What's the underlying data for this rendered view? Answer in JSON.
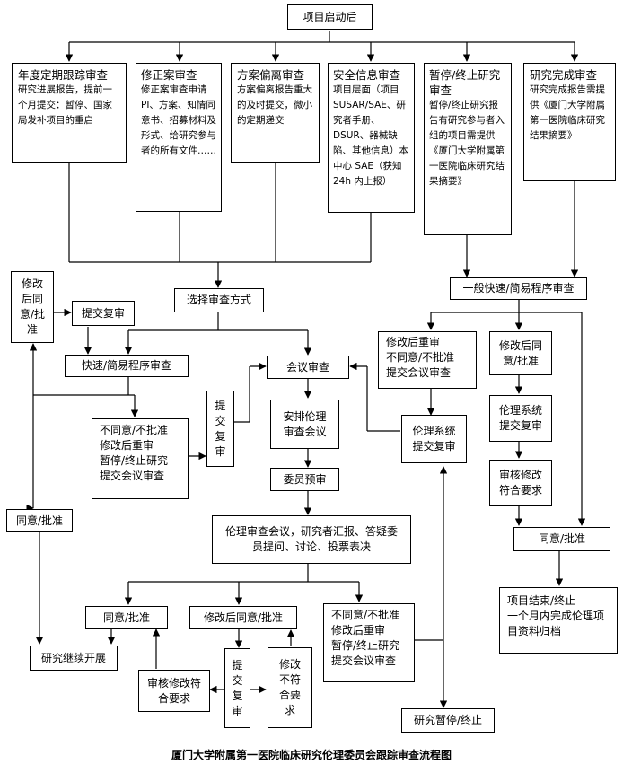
{
  "title": "厦门大学附属第一医院临床研究伦理委员会跟踪审查流程图",
  "top": "项目启动后",
  "types": [
    {
      "head": "年度定期跟踪审查",
      "body": "研究进展报告，提前一个月提交：暂停、国家局发补项目的重启"
    },
    {
      "head": "修正案审查",
      "body": "修正案审查申请PI、方案、知情同意书、招募材料及形式、给研究参与者的所有文件……"
    },
    {
      "head": "方案偏离审查",
      "body": "方案偏离报告重大的及时提交，微小的定期递交"
    },
    {
      "head": "安全信息审查",
      "body": "项目层面（项目SUSAR/SAE、研究者手册、DSUR、器械缺陷、其他信息）本中心 SAE（获知 24h 内上报）"
    },
    {
      "head": "暂停/终止研究审查",
      "body": "暂停/终止研究报告有研究参与者入组的项目需提供《厦门大学附属第一医院临床研究结果摘要》"
    },
    {
      "head": "研究完成审查",
      "body": "研究完成报告需提供《厦门大学附属第一医院临床研究结果摘要》"
    }
  ],
  "left_flow": {
    "select_method": "选择审查方式",
    "fast_review": "快速/简易程序审查",
    "modified_agree": "修改后同意/批准",
    "submit_re": "提交复审",
    "disagree": [
      "不同意/不批准",
      "修改后重审",
      "暂停/终止研究",
      "提交会议审查"
    ],
    "submit_re_vertical": "提交复审",
    "agree": "同意/批准",
    "continue": "研究继续开展"
  },
  "center_flow": {
    "meeting": "会议审查",
    "arrange": "安排伦理审查会议",
    "pre_review": "委员预审",
    "meeting_detail": "伦理审查会议，研究者汇报、答疑委员提问、讨论、投票表决",
    "agree": "同意/批准",
    "modified_agree": "修改后同意/批准",
    "submit_re": "提交复审",
    "check": "审核修改符合要求",
    "not_meet": "修改不符合要求",
    "disagree": [
      "不同意/不批准",
      "修改后重审",
      "暂停/终止研究",
      "提交会议审查"
    ],
    "paused": "研究暂停/终止",
    "ethics_submit": "伦理系统提交复审"
  },
  "right_flow": {
    "fast_review": "一般快速/简易程序审查",
    "reject": [
      "修改后重审",
      "不同意/不批准",
      "提交会议审查"
    ],
    "modified_agree": "修改后同意/批准",
    "ethics_submit": "伦理系统提交复审",
    "check": "审核修改符合要求",
    "agree": "同意/批准",
    "end": [
      "项目结束/终止",
      "一个月内完成伦理项目资料归档"
    ]
  }
}
